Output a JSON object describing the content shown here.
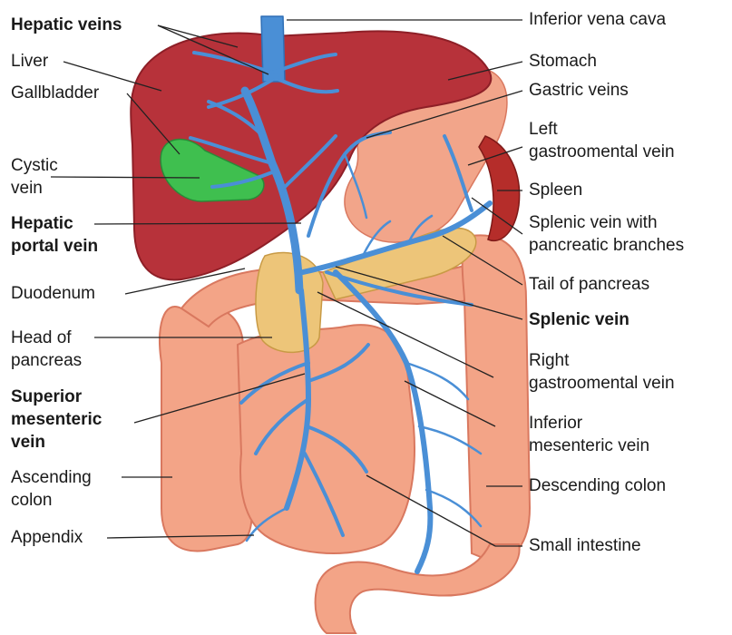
{
  "colors": {
    "liver": "#b7323a",
    "liver_dark": "#8e1f27",
    "gallbladder": "#3fbf4f",
    "stomach": "#f2a58a",
    "spleen": "#b52d2a",
    "pancreas": "#edc579",
    "intestine": "#f3a487",
    "intestine_shade": "#d9785f",
    "vein": "#4a8fd6",
    "vein_dark": "#2f6fb6",
    "leader": "#222222"
  },
  "labels_left": {
    "hepatic_veins": "Hepatic veins",
    "liver": "Liver",
    "gallbladder": "Gallbladder",
    "cystic_vein": [
      "Cystic",
      "vein"
    ],
    "hepatic_portal_vein": [
      "Hepatic",
      "portal vein"
    ],
    "duodenum": "Duodenum",
    "head_of_pancreas": [
      "Head of",
      "pancreas"
    ],
    "superior_mesenteric_vein": [
      "Superior",
      "mesenteric",
      "vein"
    ],
    "ascending_colon": [
      "Ascending",
      "colon"
    ],
    "appendix": "Appendix"
  },
  "labels_right": {
    "inferior_vena_cava": "Inferior vena cava",
    "stomach": "Stomach",
    "gastric_veins": "Gastric veins",
    "left_gastroomental_vein": [
      "Left",
      "gastroomental vein"
    ],
    "spleen": "Spleen",
    "splenic_vein_pancreatic": [
      "Splenic vein with",
      "pancreatic branches"
    ],
    "tail_of_pancreas": "Tail of pancreas",
    "splenic_vein": "Splenic vein",
    "right_gastroomental_vein": [
      "Right",
      "gastroomental vein"
    ],
    "inferior_mesenteric_vein": [
      "Inferior",
      "mesenteric vein"
    ],
    "descending_colon": "Descending colon",
    "small_intestine": "Small intestine"
  }
}
